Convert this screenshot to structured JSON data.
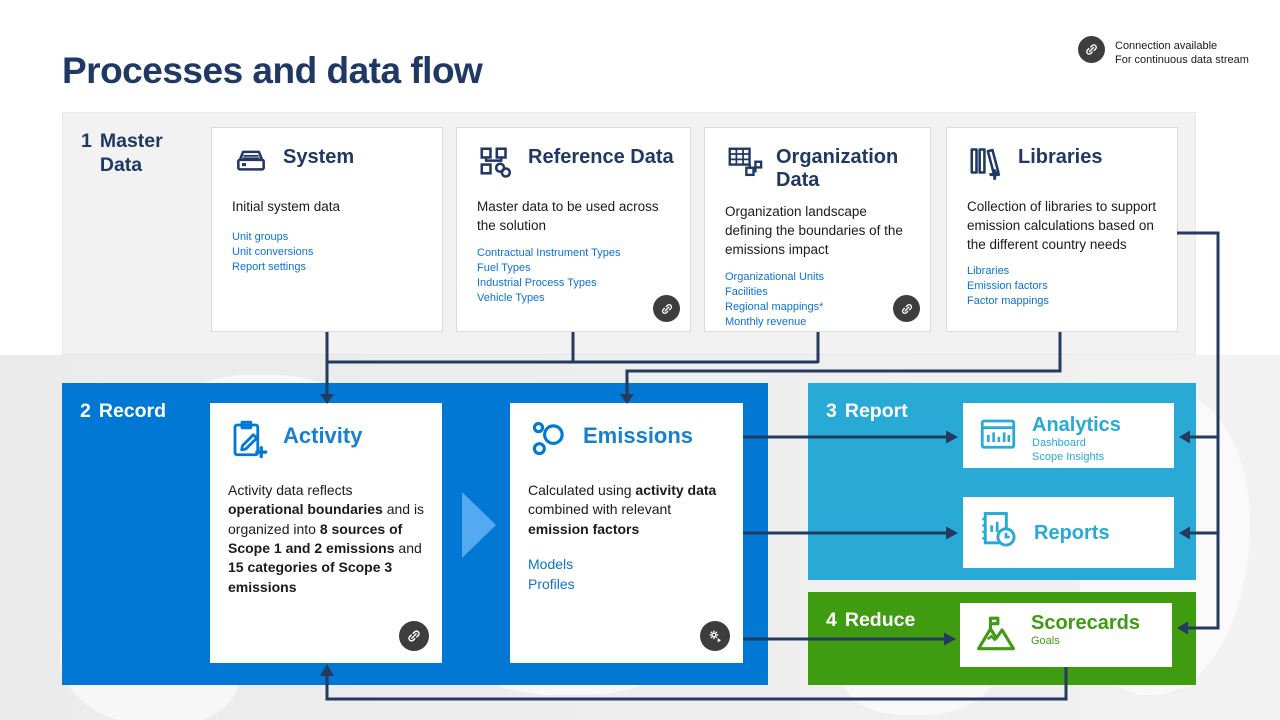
{
  "title": "Processes and data flow",
  "legend": {
    "icon": "link-icon",
    "line1": "Connection available",
    "line2": "For continuous data stream"
  },
  "colors": {
    "navy": "#1F3864",
    "record_blue": "#0078D4",
    "report_cyan": "#29A9D6",
    "reduce_green": "#3F9B10",
    "link_blue": "#0B72D4",
    "arrow": "#243A5E",
    "badge_gray": "#3D3D3D",
    "chevron_blue": "#54A9F0"
  },
  "sections": {
    "master": {
      "number": "1",
      "name": "Master Data",
      "cards": {
        "system": {
          "title": "System",
          "description": "Initial system data",
          "links": [
            "Unit groups",
            "Unit conversions",
            "Report settings"
          ]
        },
        "reference": {
          "title": "Reference Data",
          "description": "Master data to be used across the solution",
          "links": [
            "Contractual Instrument Types",
            "Fuel Types",
            "Industrial Process Types",
            "Vehicle Types"
          ],
          "badge": "link-icon"
        },
        "organization": {
          "title": "Organization Data",
          "description": "Organization landscape defining the boundaries of the emissions impact",
          "links": [
            "Organizational Units",
            "Facilities",
            "Regional mappings*",
            "Monthly revenue"
          ],
          "badge": "link-icon"
        },
        "libraries": {
          "title": "Libraries",
          "description": "Collection of libraries to support emission calculations based on the different country needs",
          "links": [
            "Libraries",
            "Emission factors",
            "Factor mappings"
          ]
        }
      }
    },
    "record": {
      "number": "2",
      "name": "Record",
      "cards": {
        "activity": {
          "title": "Activity",
          "description_rich": [
            {
              "t": "Activity data reflects "
            },
            {
              "t": "operational boundaries",
              "b": true
            },
            {
              "t": " and is organized into "
            },
            {
              "t": "8 sources of Scope 1 and 2 emissions",
              "b": true
            },
            {
              "t": " and\n"
            },
            {
              "t": "15 categories of Scope 3 emissions",
              "b": true
            }
          ],
          "badge": "link-icon"
        },
        "emissions": {
          "title": "Emissions",
          "description_rich": [
            {
              "t": "Calculated using "
            },
            {
              "t": "activity data",
              "b": true
            },
            {
              "t": " combined with relevant "
            },
            {
              "t": "emission factors",
              "b": true
            }
          ],
          "links": [
            "Models",
            "Profiles"
          ],
          "badge": "gear-play-icon"
        }
      }
    },
    "report": {
      "number": "3",
      "name": "Report",
      "cards": {
        "analytics": {
          "title": "Analytics",
          "links": [
            "Dashboard",
            "Scope Insights"
          ]
        },
        "reports": {
          "title": "Reports"
        }
      }
    },
    "reduce": {
      "number": "4",
      "name": "Reduce",
      "cards": {
        "scorecards": {
          "title": "Scorecards",
          "links": [
            "Goals"
          ]
        }
      }
    }
  }
}
